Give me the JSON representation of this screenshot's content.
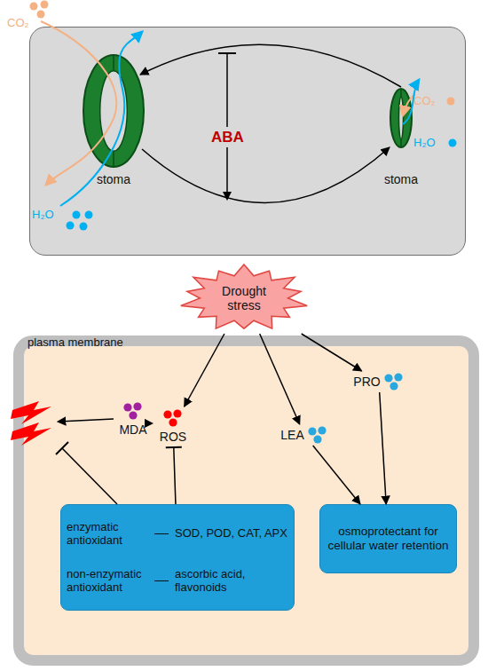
{
  "diagram": {
    "nodes": [
      {
        "text": [
          "stoma"
        ]
      },
      {
        "text": [
          "stoma"
        ]
      },
      {
        "text": [
          "Drought stress"
        ]
      },
      {
        "text": [
          "plasma membrane"
        ]
      },
      {
        "text": [
          "MDA"
        ],
        "in": 3
      },
      {
        "text": [
          "ROS"
        ],
        "in": 3
      },
      {
        "text": [
          "LEA"
        ],
        "in": 3
      },
      {
        "text": [
          "PRO"
        ],
        "in": 3
      },
      {
        "text": [
          "enzymatic antioxidant",
          "SOD, POD, CAT, APX",
          "non-enzymatic antioxidant",
          "ascorbic acid, flavonoids"
        ],
        "in": 3
      },
      {
        "text": [
          "osmoprotectant for cellular water retention"
        ],
        "in": 3
      }
    ],
    "edges": [
      {
        "from": 1,
        "to": 0,
        "arrow": "to"
      },
      {
        "from": 0,
        "to": 1,
        "arrow": "to"
      },
      {
        "from": 2,
        "to": 5,
        "arrow": "to"
      },
      {
        "from": 2,
        "to": 6,
        "arrow": "to"
      },
      {
        "from": 2,
        "to": 7,
        "arrow": "to"
      },
      {
        "from": 5,
        "to": 4,
        "arrow": "to"
      },
      {
        "from": 8,
        "to": 5,
        "arrow": "to"
      },
      {
        "from": 6,
        "to": 9,
        "arrow": "to"
      },
      {
        "from": 7,
        "to": 9,
        "arrow": "to"
      }
    ],
    "labels": [
      "CO₂",
      "H₂O",
      "CO₂",
      "H₂O",
      "ABA"
    ]
  }
}
